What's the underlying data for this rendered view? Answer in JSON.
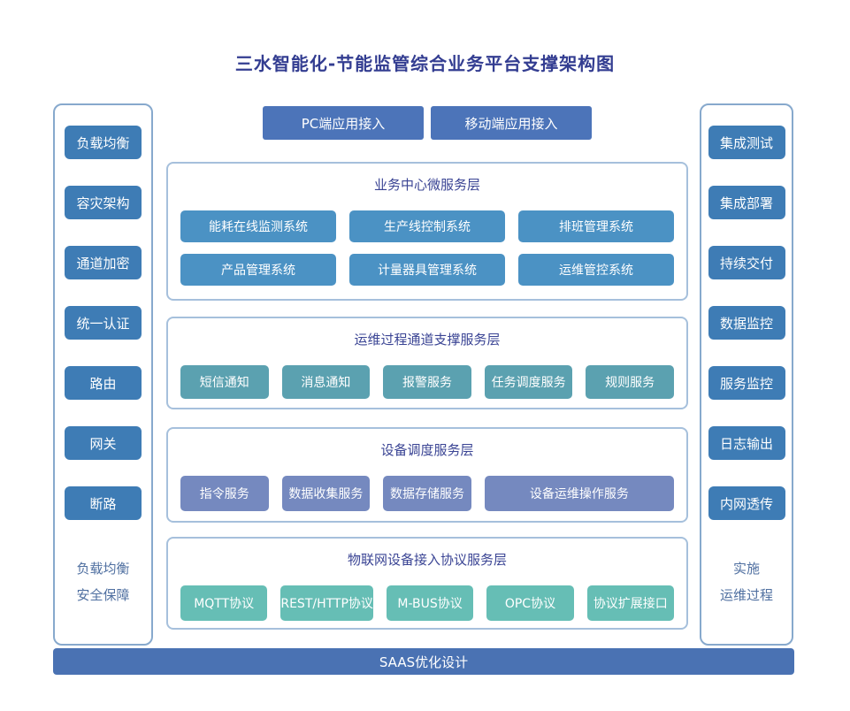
{
  "title": "三水智能化-节能监管综合业务平台支撑架构图",
  "top_buttons": [
    "PC端应用接入",
    "移动端应用接入"
  ],
  "left_sidebar": {
    "items": [
      "负载均衡",
      "容灾架构",
      "通道加密",
      "统一认证",
      "路由",
      "网关",
      "断路"
    ],
    "footer_lines": [
      "负载均衡",
      "安全保障"
    ]
  },
  "right_sidebar": {
    "items": [
      "集成测试",
      "集成部署",
      "持续交付",
      "数据监控",
      "服务监控",
      "日志输出",
      "内网透传"
    ],
    "footer_lines": [
      "实施",
      "运维过程"
    ]
  },
  "sections": [
    {
      "name": "business-microservices-layer",
      "title": "业务中心微服务层",
      "button_color": "#4B92C4",
      "rows": [
        [
          "能耗在线监测系统",
          "生产线控制系统",
          "排班管理系统"
        ],
        [
          "产品管理系统",
          "计量器具管理系统",
          "运维管控系统"
        ]
      ]
    },
    {
      "name": "ops-channel-support-layer",
      "title": "运维过程通道支撑服务层",
      "button_color": "#5BA1B0",
      "rows": [
        [
          "短信通知",
          "消息通知",
          "报警服务",
          "任务调度服务",
          "规则服务"
        ]
      ]
    },
    {
      "name": "device-scheduling-layer",
      "title": "设备调度服务层",
      "button_color": "#7589BF",
      "rows": [
        [
          "指令服务",
          "数据收集服务",
          "数据存储服务",
          "设备运维操作服务"
        ]
      ]
    },
    {
      "name": "iot-protocol-access-layer",
      "title": "物联网设备接入协议服务层",
      "button_color": "#66BEB5",
      "rows": [
        [
          "MQTT协议",
          "REST/HTTP协议",
          "M-BUS协议",
          "OPC协议",
          "协议扩展接口"
        ]
      ]
    }
  ],
  "bottom_bar": "SAAS优化设计",
  "colors": {
    "title_text": "#333D91",
    "section_title_text": "#3A4494",
    "sidebar_button": "#3E7CB5",
    "app_button": "#4C74B9",
    "bottom_bar": "#4A72B3",
    "panel_border": "#87A9CD",
    "section_border": "#A6C0DC",
    "sidebar_footer_text": "#4F6FA0"
  }
}
